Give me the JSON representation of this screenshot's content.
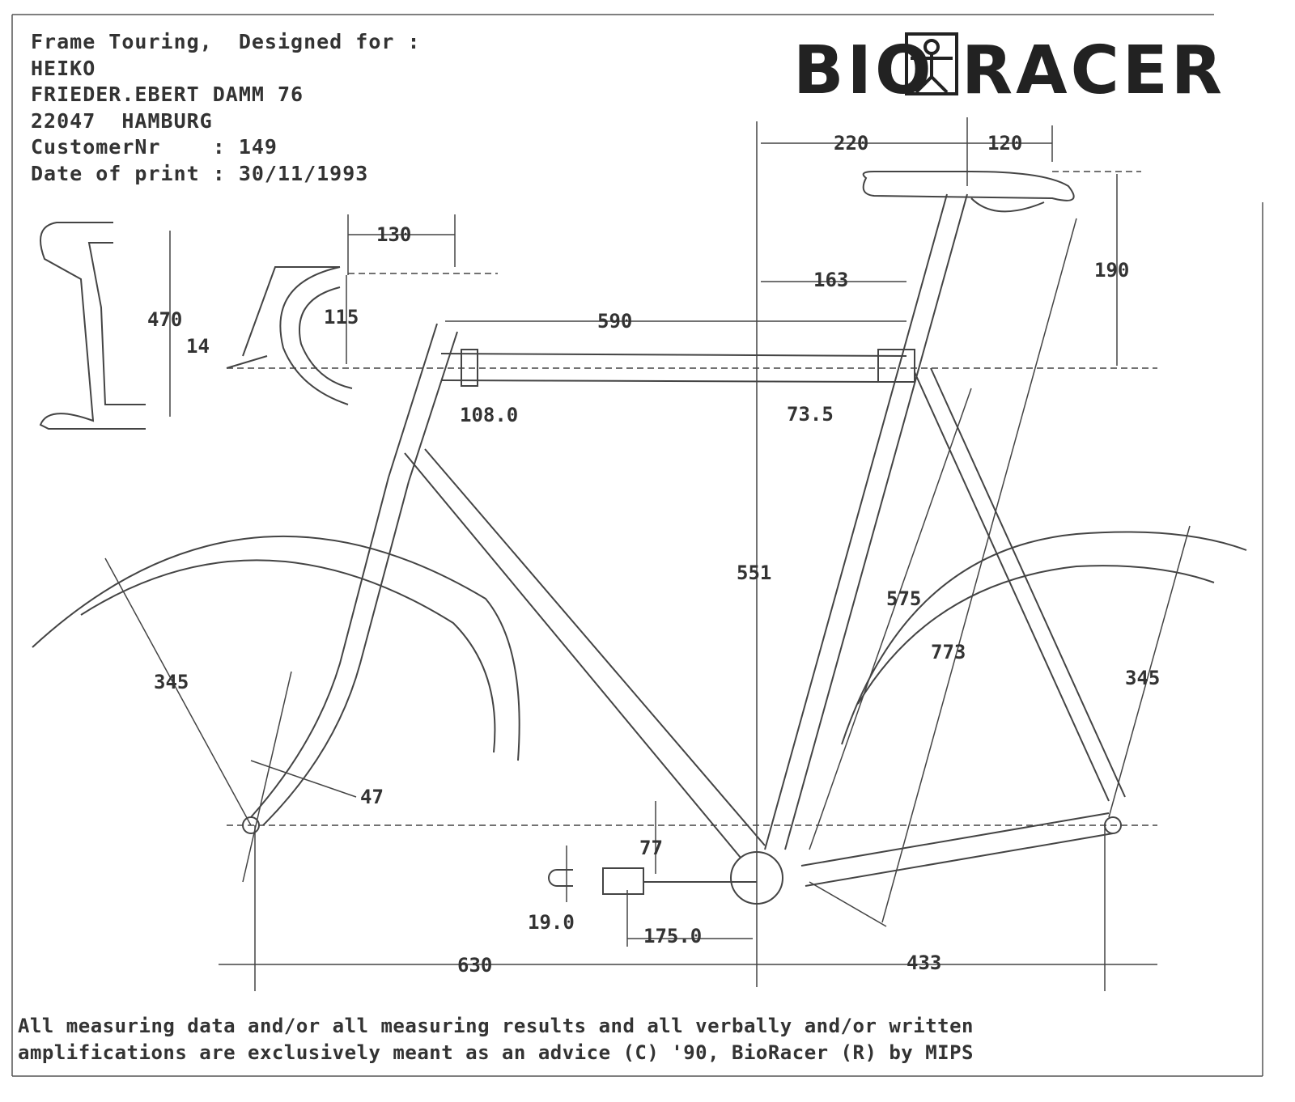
{
  "header": {
    "line1": "Frame Touring,  Designed for :",
    "name": "HEIKO",
    "street": "FRIEDER.EBERT DAMM 76",
    "city": "22047  HAMBURG",
    "customer": "CustomerNr    : 149",
    "date": "Date of print : 30/11/1993"
  },
  "logo": {
    "left": "BIO",
    "right": "RACER"
  },
  "dimensions": {
    "saddle_setback": "220",
    "saddle_nose": "120",
    "stem_length": "130",
    "reach_163": "163",
    "saddle_height_drop": "190",
    "top_tube": "590",
    "bar_width": "470",
    "bar_angle": "14",
    "stem_height": "115",
    "head_angle": "108.0",
    "seat_angle": "73.5",
    "frame_height": "551",
    "seat_tube": "575",
    "saddle_height": "773",
    "front_wheel_radius": "345",
    "rear_wheel_radius": "345",
    "fork_rake": "47",
    "bb_drop": "77",
    "pedal_width": "19.0",
    "crank_length": "175.0",
    "front_center": "630",
    "chainstay": "433"
  },
  "footer": {
    "line1": "All measuring data and/or all measuring results and all verbally and/or written",
    "line2": "amplifications are exclusively meant as an advice (C) '90, BioRacer (R) by MIPS"
  }
}
